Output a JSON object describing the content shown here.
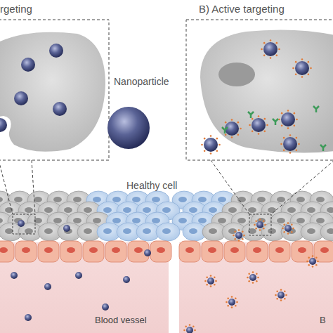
{
  "diagram": {
    "nodes": [
      {
        "text": [
          "Blood vessel"
        ]
      },
      {
        "text": [
          "B"
        ]
      }
    ],
    "labels": [
      "rgeting",
      "B) Active targeting",
      "Nanoparticle",
      "Healthy cell"
    ]
  }
}
